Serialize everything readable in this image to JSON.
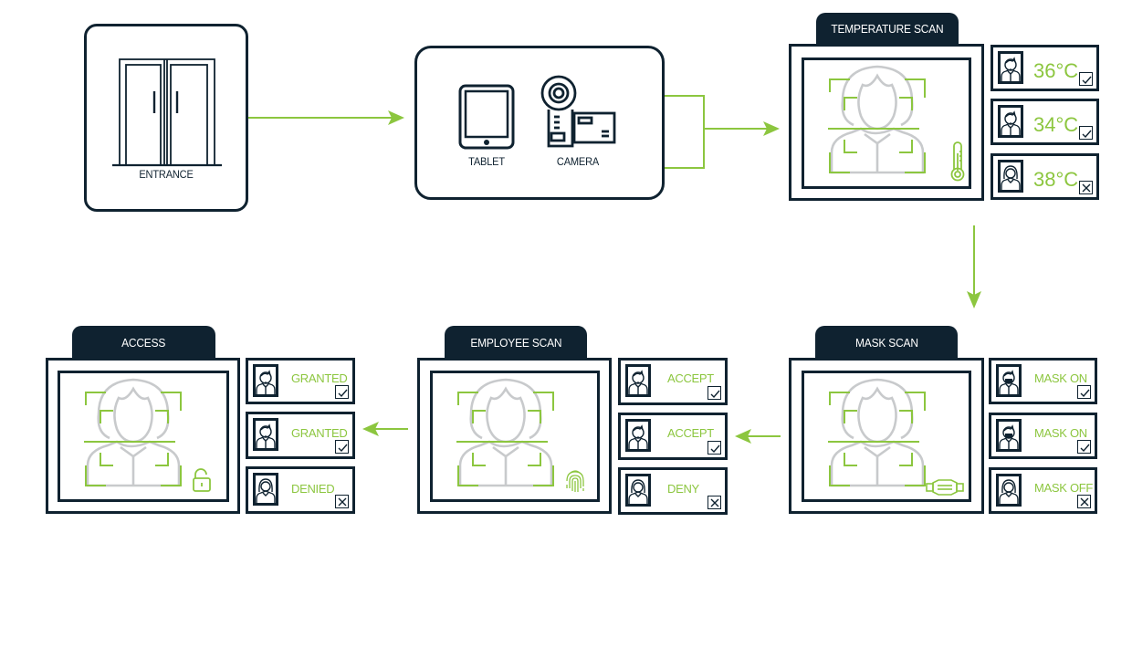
{
  "colors": {
    "accent": "#8cc63f",
    "dark": "#0f2230",
    "silhouette": "#c8cacc"
  },
  "entrance": {
    "label": "ENTRANCE",
    "icon": "double-door-icon"
  },
  "devices": {
    "items": [
      {
        "label": "TABLET",
        "icon": "tablet-icon"
      },
      {
        "label": "CAMERA",
        "icon": "video-camera-icon"
      }
    ]
  },
  "stages": {
    "temperature": {
      "title": "TEMPERATURE SCAN",
      "indicator_icon": "thermometer-icon",
      "results": [
        {
          "person": "man",
          "value": "36°C",
          "status": "check"
        },
        {
          "person": "man",
          "value": "34°C",
          "status": "check"
        },
        {
          "person": "woman",
          "value": "38°C",
          "status": "cross"
        }
      ]
    },
    "mask": {
      "title": "MASK SCAN",
      "indicator_icon": "face-mask-icon",
      "results": [
        {
          "person": "man-masked",
          "value": "MASK ON",
          "status": "check"
        },
        {
          "person": "man-masked",
          "value": "MASK ON",
          "status": "check"
        },
        {
          "person": "woman",
          "value": "MASK OFF",
          "status": "cross"
        }
      ]
    },
    "employee": {
      "title": "EMPLOYEE SCAN",
      "indicator_icon": "fingerprint-icon",
      "results": [
        {
          "person": "man",
          "value": "ACCEPT",
          "status": "check"
        },
        {
          "person": "man",
          "value": "ACCEPT",
          "status": "check"
        },
        {
          "person": "woman",
          "value": "DENY",
          "status": "cross"
        }
      ]
    },
    "access": {
      "title": "ACCESS",
      "indicator_icon": "unlocked-padlock-icon",
      "results": [
        {
          "person": "man",
          "value": "GRANTED",
          "status": "check"
        },
        {
          "person": "man",
          "value": "GRANTED",
          "status": "check"
        },
        {
          "person": "woman",
          "value": "DENIED",
          "status": "cross"
        }
      ]
    }
  },
  "flow": [
    "ENTRANCE",
    "TABLET / CAMERA",
    "TEMPERATURE SCAN",
    "MASK SCAN",
    "EMPLOYEE SCAN",
    "ACCESS"
  ]
}
